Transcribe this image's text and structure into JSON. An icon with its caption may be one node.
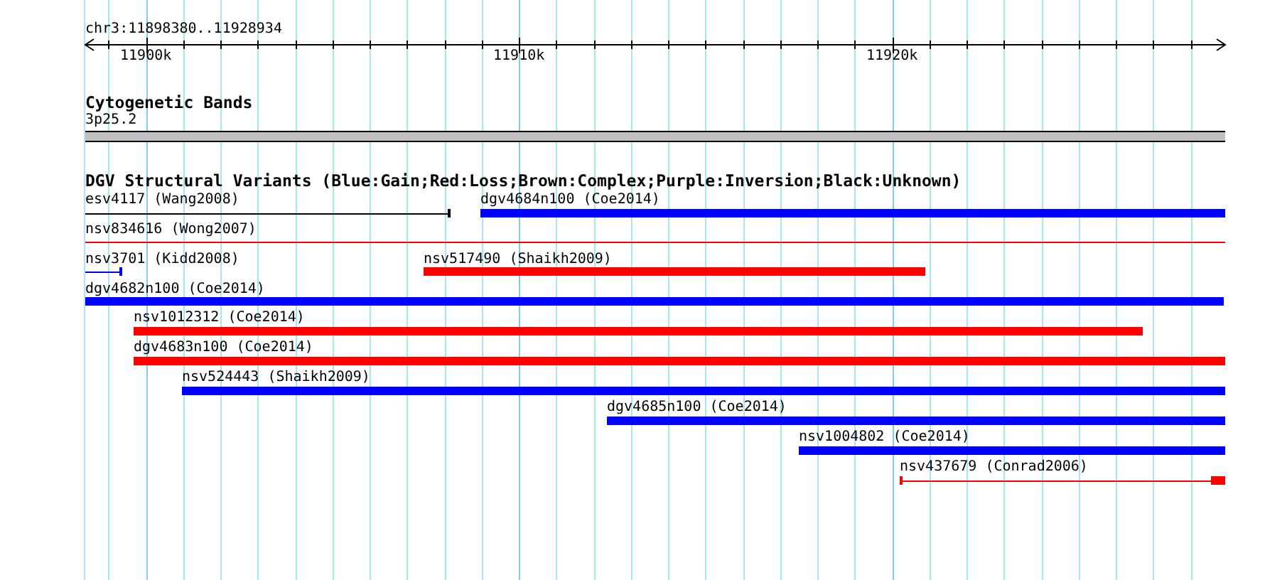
{
  "diagram": {
    "nodes": [
      {
        "text": [],
        "shape": "band",
        "beside": [
          "3p25.2"
        ]
      },
      {
        "text": [],
        "shape": "line",
        "beside": [
          "esv4117 (Wang2008)"
        ]
      },
      {
        "text": [],
        "shape": "bar",
        "beside": [
          "dgv4684n100 (Coe2014)"
        ]
      },
      {
        "text": [],
        "shape": "line",
        "beside": [
          "nsv834616 (Wong2007)"
        ]
      },
      {
        "text": [],
        "shape": "line",
        "beside": [
          "nsv3701 (Kidd2008)"
        ]
      },
      {
        "text": [],
        "shape": "bar",
        "beside": [
          "nsv517490 (Shaikh2009)"
        ]
      },
      {
        "text": [],
        "shape": "bar",
        "beside": [
          "dgv4682n100 (Coe2014)"
        ]
      },
      {
        "text": [],
        "shape": "bar",
        "beside": [
          "nsv1012312 (Coe2014)"
        ]
      },
      {
        "text": [],
        "shape": "bar",
        "beside": [
          "dgv4683n100 (Coe2014)"
        ]
      },
      {
        "text": [],
        "shape": "bar",
        "beside": [
          "nsv524443 (Shaikh2009)"
        ]
      },
      {
        "text": [],
        "shape": "bar",
        "beside": [
          "dgv4685n100 (Coe2014)"
        ]
      },
      {
        "text": [],
        "shape": "bar",
        "beside": [
          "nsv1004802 (Coe2014)"
        ]
      },
      {
        "text": [],
        "shape": "line",
        "beside": [
          "nsv437679 (Conrad2006)"
        ]
      }
    ],
    "labels": [
      "chr3:11898380..11928934",
      "11900k",
      "11910k",
      "11920k",
      "Cytogenetic Bands",
      "DGV Structural Variants (Blue:Gain;Red:Loss;Brown:Complex;Purple:Inversion;Black:Unknown)"
    ]
  }
}
